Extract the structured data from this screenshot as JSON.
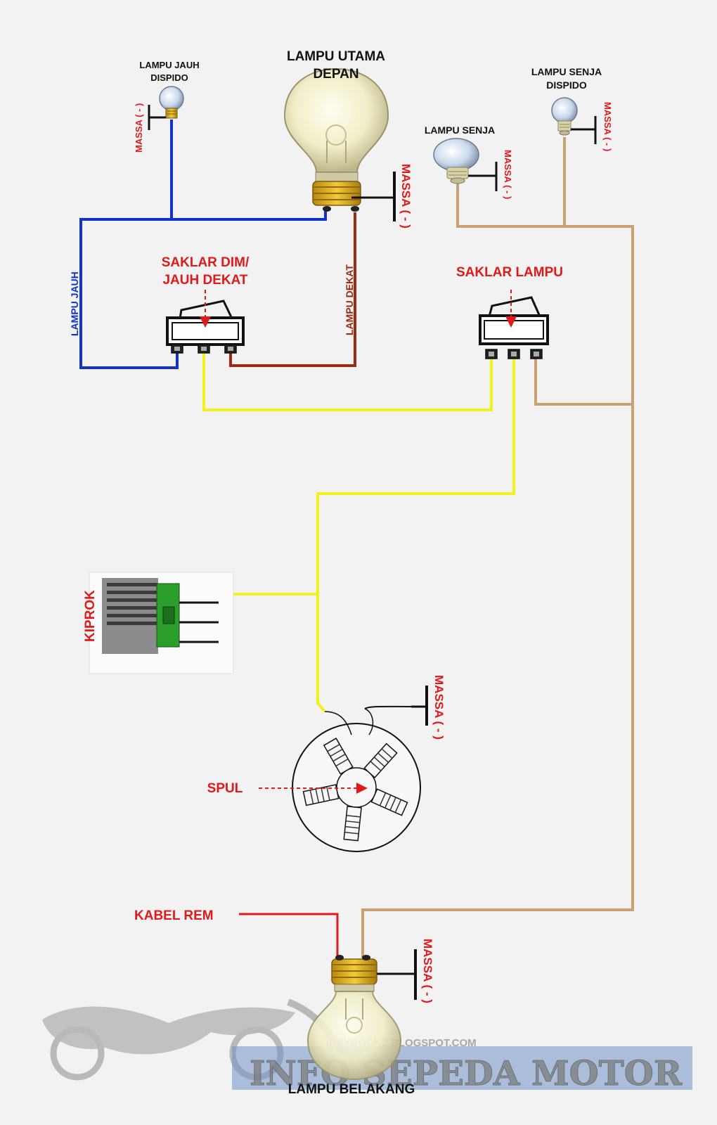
{
  "labels": {
    "lampu_jauh_dispido_line1": "LAMPU JAUH",
    "lampu_jauh_dispido_line2": "DISPIDO",
    "lampu_utama_line1": "LAMPU UTAMA",
    "lampu_utama_line2": "DEPAN",
    "lampu_senja": "LAMPU SENJA",
    "lampu_senja_dispido_line1": "LAMPU SENJA",
    "lampu_senja_dispido_line2": "DISPIDO",
    "massa": "MASSA ( - )",
    "lampu_jauh": "LAMPU JAUH",
    "lampu_dekat": "LAMPU DEKAT",
    "saklar_dim_line1": "SAKLAR DIM/",
    "saklar_dim_line2": "JAUH DEKAT",
    "saklar_lampu": "SAKLAR LAMPU",
    "kiprok": "KIPROK",
    "spul": "SPUL",
    "kabel_rem": "KABEL REM",
    "lampu_belakang": "LAMPU BELAKANG"
  },
  "watermark": {
    "url": "IDAYROCKZ.BLOGSPOT.COM",
    "brand": "INFO SEPEDA MOTOR"
  },
  "colors": {
    "wire_blue": "#1133cc",
    "wire_brown_dark": "#9b2a14",
    "wire_yellow": "#f2f21a",
    "wire_tan": "#c9a273",
    "label_red": "#e0191b",
    "label_black": "#111111"
  }
}
